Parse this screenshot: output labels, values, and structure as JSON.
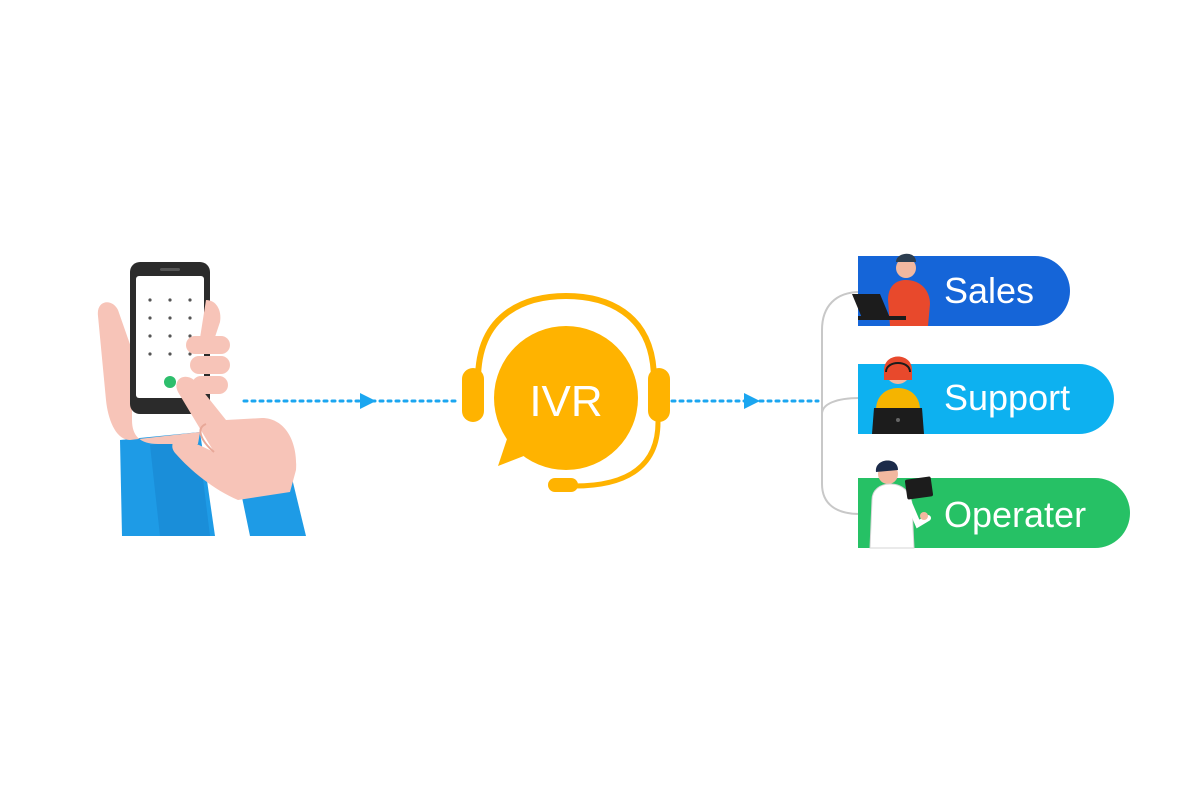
{
  "ivr": {
    "label": "IVR",
    "color": "#FFB300"
  },
  "departments": [
    {
      "label": "Sales",
      "color": "#1565D8"
    },
    {
      "label": "Support",
      "color": "#0DB1F0"
    },
    {
      "label": "Operater",
      "color": "#26C165"
    }
  ],
  "colors": {
    "arrow": "#1BA6F0",
    "connector": "#C8C8C8",
    "sleeve": "#1E9BE6",
    "skin": "#F7C4B8",
    "phone": "#2B2B2B"
  },
  "icons": {
    "caller": "hand-holding-phone-icon",
    "ivr": "headset-speech-bubble-icon",
    "sales_agent": "person-with-laptop-icon",
    "support_agent": "headset-agent-with-laptop-icon",
    "operator_agent": "person-holding-tablet-icon"
  }
}
